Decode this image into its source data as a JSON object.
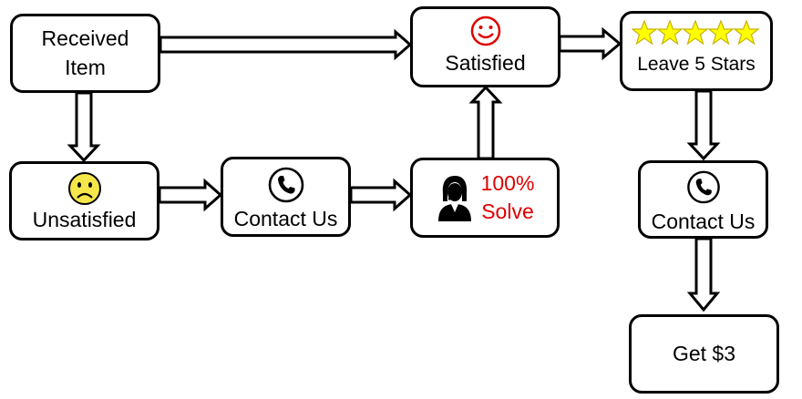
{
  "colors": {
    "stroke": "#000000",
    "accent_red": "#e00000",
    "star": "#ffff00",
    "sad_face": "#f5e64a"
  },
  "nodes": {
    "received": {
      "label": "Received\nItem"
    },
    "satisfied": {
      "label": "Satisfied",
      "icon": "smiley-icon"
    },
    "leave_stars": {
      "label": "Leave 5 Stars",
      "icon": "five-stars-icon"
    },
    "unsatisfied": {
      "label": "Unsatisfied",
      "icon": "sad-face-icon"
    },
    "contact_left": {
      "label": "Contact Us",
      "icon": "phone-icon"
    },
    "solve": {
      "label": "100%\nSolve",
      "icon": "support-agent-icon"
    },
    "contact_right": {
      "label": "Contact Us",
      "icon": "phone-icon"
    },
    "get3": {
      "label": "Get $3"
    }
  }
}
